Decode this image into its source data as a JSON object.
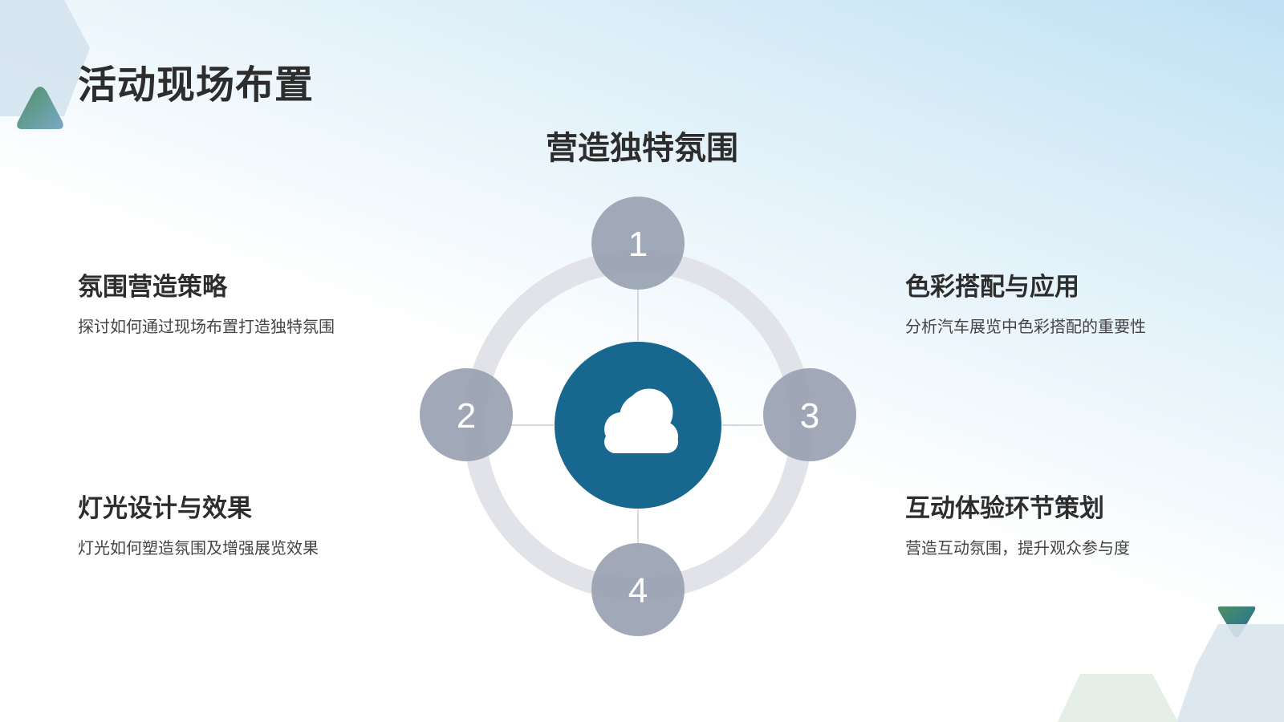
{
  "header": {
    "title": "活动现场布置"
  },
  "diagram": {
    "title": "营造独特氛围",
    "center_icon": "cloud-icon",
    "nodes": [
      "1",
      "2",
      "3",
      "4"
    ],
    "colors": {
      "center": "#17678f",
      "node": "#9aa3b3",
      "ring": "#e1e3e8"
    }
  },
  "items": [
    {
      "title": "氛围营造策略",
      "desc": "探讨如何通过现场布置打造独特氛围"
    },
    {
      "title": "色彩搭配与应用",
      "desc": "分析汽车展览中色彩搭配的重要性"
    },
    {
      "title": "互动体验环节策划",
      "desc": "营造互动氛围，提升观众参与度"
    },
    {
      "title": "灯光设计与效果",
      "desc": "灯光如何塑造氛围及增强展览效果"
    }
  ]
}
